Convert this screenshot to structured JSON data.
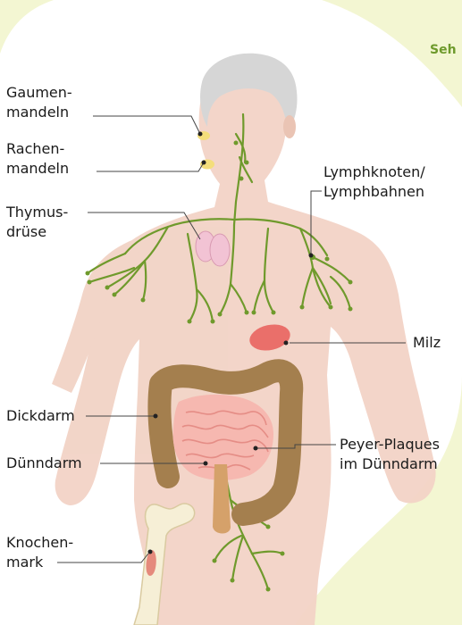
{
  "corner_text": "Seh",
  "labels": {
    "gaumenmandeln": [
      "Gaumen-",
      "mandeln"
    ],
    "rachenmandeln": [
      "Rachen-",
      "mandeln"
    ],
    "thymusdruese": [
      "Thymus-",
      "drüse"
    ],
    "lymphknoten": [
      "Lymphknoten/",
      "Lymphbahnen"
    ],
    "milz": [
      "Milz"
    ],
    "dickdarm": [
      "Dickdarm"
    ],
    "duenndarm": [
      "Dünndarm"
    ],
    "peyer_plaques": [
      "Peyer-Plaques",
      "im Dünndarm"
    ],
    "knochenmark": [
      "Knochen-",
      "mark"
    ]
  },
  "colors": {
    "background_tint": "#f3f6d2",
    "body": "#f2d3c6",
    "hair": "#d4d4d4",
    "lymph": "#6f9a2c",
    "colon": "#a47f4e",
    "small_intestine": "#f6b8b0",
    "spleen": "#ea6f6a",
    "thymus": "#f2c3d4",
    "tonsils": "#f4de7b",
    "bone": "#f6efd6",
    "marrow": "#e58a7c",
    "leader_line": "#444444",
    "accent_text": "#6e9a2c"
  }
}
